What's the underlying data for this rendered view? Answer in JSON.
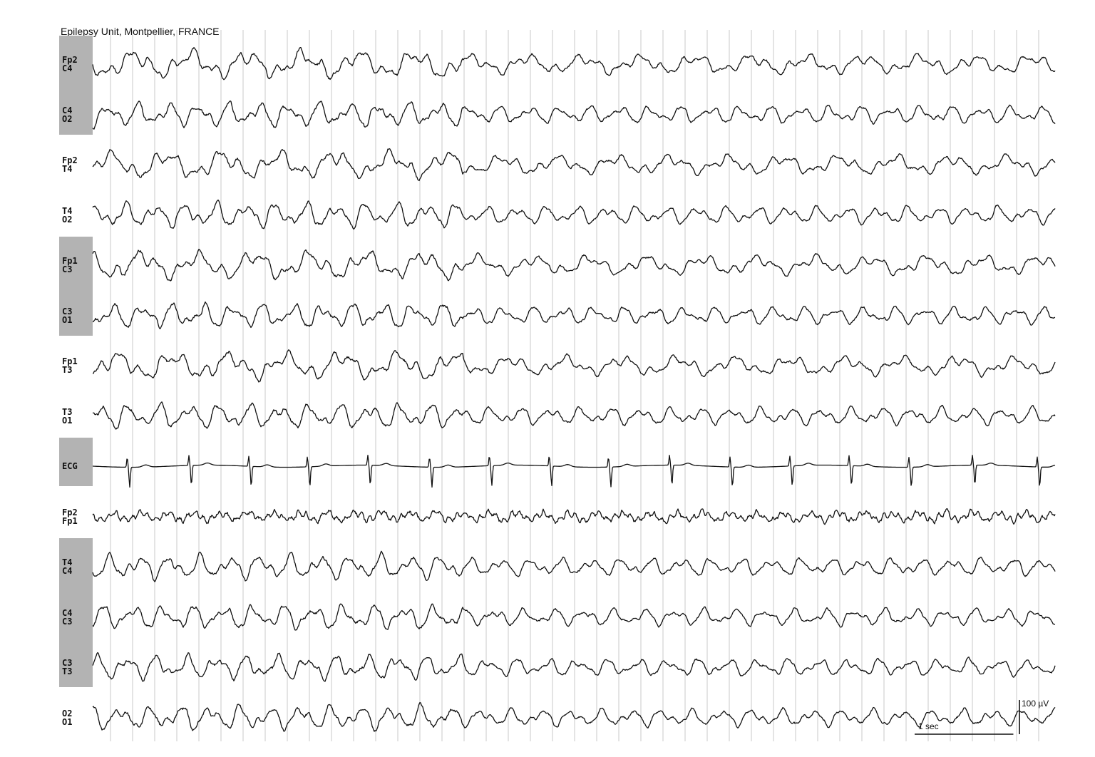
{
  "chart_data": {
    "type": "line",
    "title": "",
    "header": "Epilepsy Unit, Montpellier, FRANCE",
    "channels": [
      {
        "label1": "Fp2",
        "label2": "C4",
        "shaded": true,
        "pattern": "frontal"
      },
      {
        "label1": "C4",
        "label2": "O2",
        "shaded": true,
        "pattern": "slow"
      },
      {
        "label1": "Fp2",
        "label2": "T4",
        "shaded": false,
        "pattern": "frontal"
      },
      {
        "label1": "T4",
        "label2": "O2",
        "shaded": false,
        "pattern": "slow"
      },
      {
        "label1": "Fp1",
        "label2": "C3",
        "shaded": true,
        "pattern": "frontal"
      },
      {
        "label1": "C3",
        "label2": "O1",
        "shaded": true,
        "pattern": "slow"
      },
      {
        "label1": "Fp1",
        "label2": "T3",
        "shaded": false,
        "pattern": "frontal"
      },
      {
        "label1": "T3",
        "label2": "O1",
        "shaded": false,
        "pattern": "slow"
      },
      {
        "label1": "ECG",
        "label2": "",
        "shaded": true,
        "pattern": "ecg"
      },
      {
        "label1": "Fp2",
        "label2": "Fp1",
        "shaded": false,
        "pattern": "fast"
      },
      {
        "label1": "T4",
        "label2": "C4",
        "shaded": true,
        "pattern": "slow"
      },
      {
        "label1": "C4",
        "label2": "C3",
        "shaded": true,
        "pattern": "slow"
      },
      {
        "label1": "C3",
        "label2": "T3",
        "shaded": true,
        "pattern": "slow"
      },
      {
        "label1": "O2",
        "label2": "O1",
        "shaded": false,
        "pattern": "slow"
      }
    ],
    "time_scale_label": "1 sec",
    "amplitude_scale_label": "100 µV",
    "ecg_beat_times_sec": [
      0.58,
      1.58,
      2.55,
      3.5,
      4.48,
      5.48,
      6.45,
      7.42,
      8.38,
      9.37,
      10.35,
      11.32,
      12.28,
      13.25,
      14.28,
      15.33
    ],
    "grid": true,
    "x_range_sec": [
      0,
      15.6
    ]
  },
  "colors": {
    "trace": "#111111",
    "grid": "#bdbdbd",
    "label_shading": "#b3b3b3",
    "background": "#ffffff"
  }
}
